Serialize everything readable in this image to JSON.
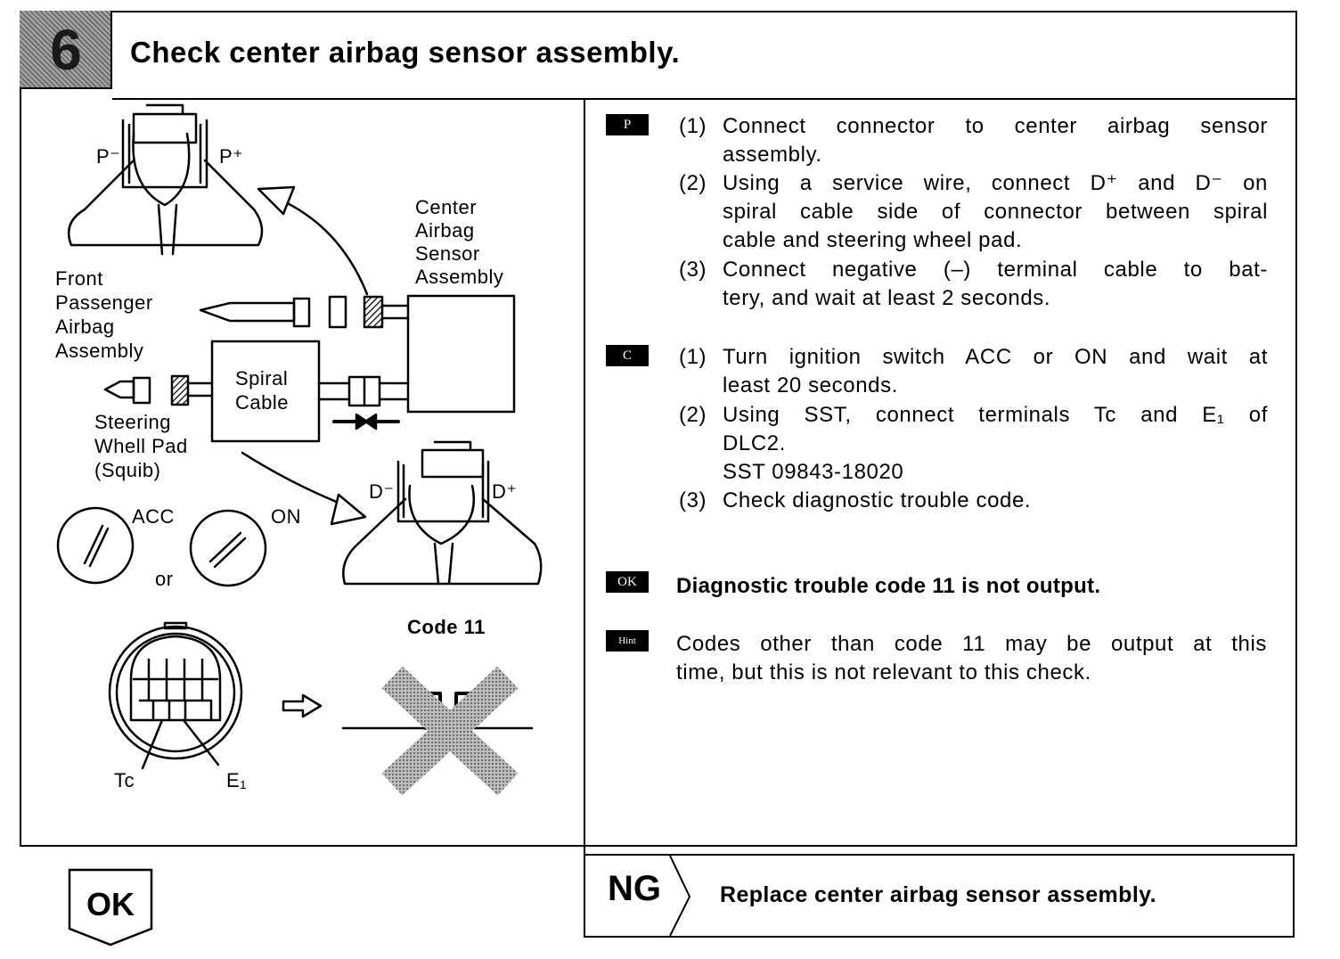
{
  "header": {
    "step_number": "6",
    "title": "Check center airbag sensor assembly."
  },
  "diagram": {
    "labels": {
      "p_minus": "P⁻",
      "p_plus": "P⁺",
      "center_sensor": [
        "Center",
        "Airbag",
        "Sensor",
        "Assembly"
      ],
      "front_passenger": [
        "Front",
        "Passenger",
        "Airbag",
        "Assembly"
      ],
      "spiral_cable": [
        "Spiral",
        "Cable"
      ],
      "steering": [
        "Steering",
        "Whell Pad",
        "(Squib)"
      ],
      "d_minus": "D⁻",
      "d_plus": "D⁺",
      "acc": "ACC",
      "on": "ON",
      "or": "or",
      "code": "Code 11",
      "tc": "Tc",
      "e1": "E₁"
    }
  },
  "procedure": {
    "tags": {
      "p": "P",
      "c": "C",
      "ok": "OK",
      "hint": "Hint"
    },
    "p_steps": [
      {
        "num": "(1)",
        "lines": [
          "Connect connector to center airbag sensor",
          "assembly."
        ]
      },
      {
        "num": "(2)",
        "lines": [
          "Using a service wire, connect D⁺ and D⁻ on",
          "spiral cable side of connector between spiral",
          "cable and steering wheel pad."
        ]
      },
      {
        "num": "(3)",
        "lines": [
          "Connect negative (–) terminal cable to bat-",
          "tery, and wait at least 2 seconds."
        ]
      }
    ],
    "c_steps": [
      {
        "num": "(1)",
        "lines": [
          "Turn ignition switch ACC or ON and wait at",
          "least 20 seconds."
        ]
      },
      {
        "num": "(2)",
        "lines": [
          "Using SST, connect terminals Tc and E₁ of",
          "DLC2.",
          "SST  09843-18020"
        ]
      },
      {
        "num": "(3)",
        "lines": [
          "Check diagnostic trouble code."
        ]
      }
    ],
    "ok_text": "Diagnostic trouble code 11 is not output.",
    "hint_lines": [
      "Codes other than code 11 may be output at this",
      "time, but this is not relevant to this check."
    ]
  },
  "footer": {
    "ok_label": "OK",
    "ng_label": "NG",
    "ng_text": "Replace center airbag sensor assembly."
  }
}
